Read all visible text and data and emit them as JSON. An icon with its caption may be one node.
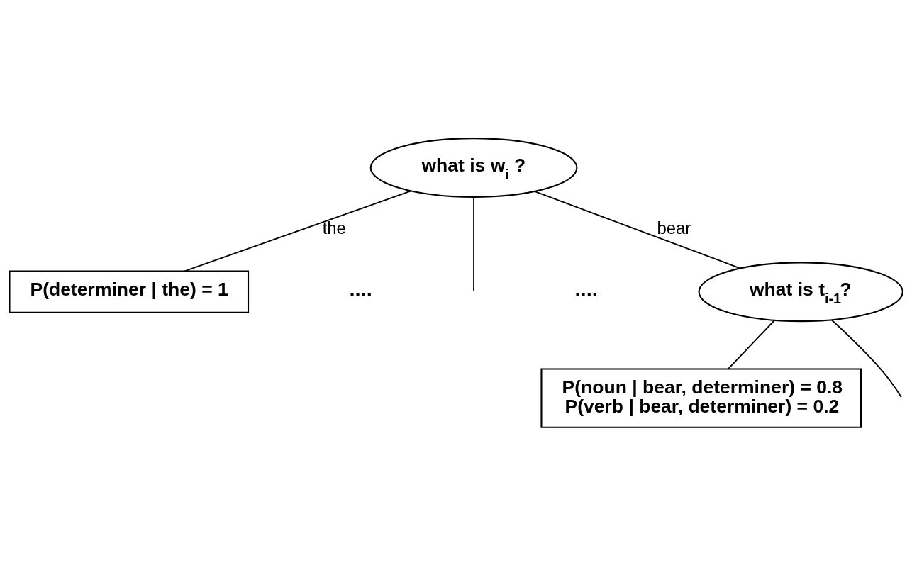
{
  "diagram": {
    "nodes": [
      {
        "text": [
          "what is w$_{i}$ ?"
        ]
      },
      {
        "text": [
          "P(determiner | the) = 1"
        ]
      },
      {
        "text": [
          "what is t$_{i-1}$?"
        ]
      },
      {
        "text": [
          "P(noun | bear, determiner) = 0.8",
          "P(verb | bear, determiner) = 0.2"
        ]
      }
    ],
    "edges": [
      {
        "from": 0,
        "to": 1,
        "arrow": "none",
        "label": "the"
      },
      {
        "from": 0,
        "to": null,
        "arrow": "none"
      },
      {
        "from": 0,
        "to": 2,
        "arrow": "none",
        "label": "bear"
      },
      {
        "from": 2,
        "to": 3,
        "arrow": "none"
      },
      {
        "from": 2,
        "to": null,
        "arrow": "none"
      }
    ],
    "labels": [
      "....",
      "...."
    ]
  }
}
